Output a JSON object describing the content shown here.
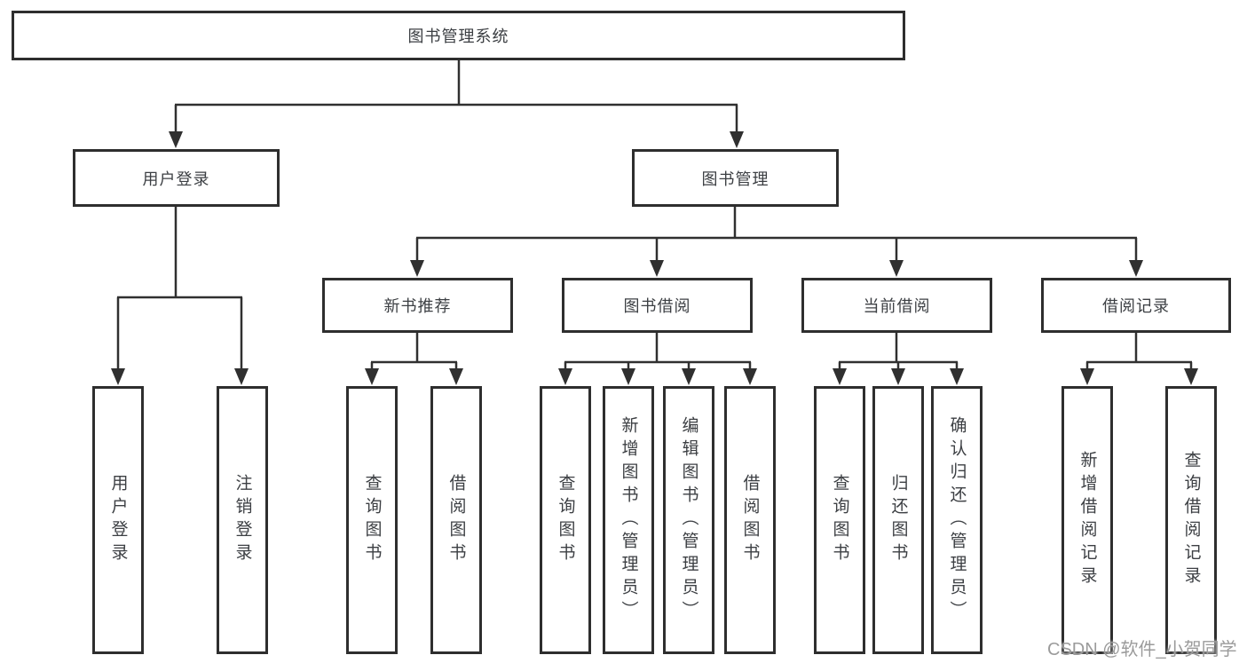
{
  "diagram": {
    "root_label": "图书管理系统",
    "branches": [
      {
        "label": "用户登录",
        "leaves": [
          "用户登录",
          "注销登录"
        ]
      },
      {
        "label": "图书管理",
        "groups": [
          {
            "label": "新书推荐",
            "leaves": [
              "查询图书",
              "借阅图书"
            ]
          },
          {
            "label": "图书借阅",
            "leaves": [
              "查询图书",
              "新增图书（管理员）",
              "编辑图书（管理员）",
              "借阅图书"
            ]
          },
          {
            "label": "当前借阅",
            "leaves": [
              "查询图书",
              "归还图书",
              "确认归还（管理员）"
            ]
          },
          {
            "label": "借阅记录",
            "leaves": [
              "新增借阅记录",
              "查询借阅记录"
            ]
          }
        ]
      }
    ]
  },
  "colors": {
    "line": "#303030",
    "box_border": "#2e2e2e",
    "text": "#3c3f43",
    "background": "#ffffff",
    "watermark": "#9b9b9b"
  },
  "watermark": "CSDN @软件_小贺同学"
}
